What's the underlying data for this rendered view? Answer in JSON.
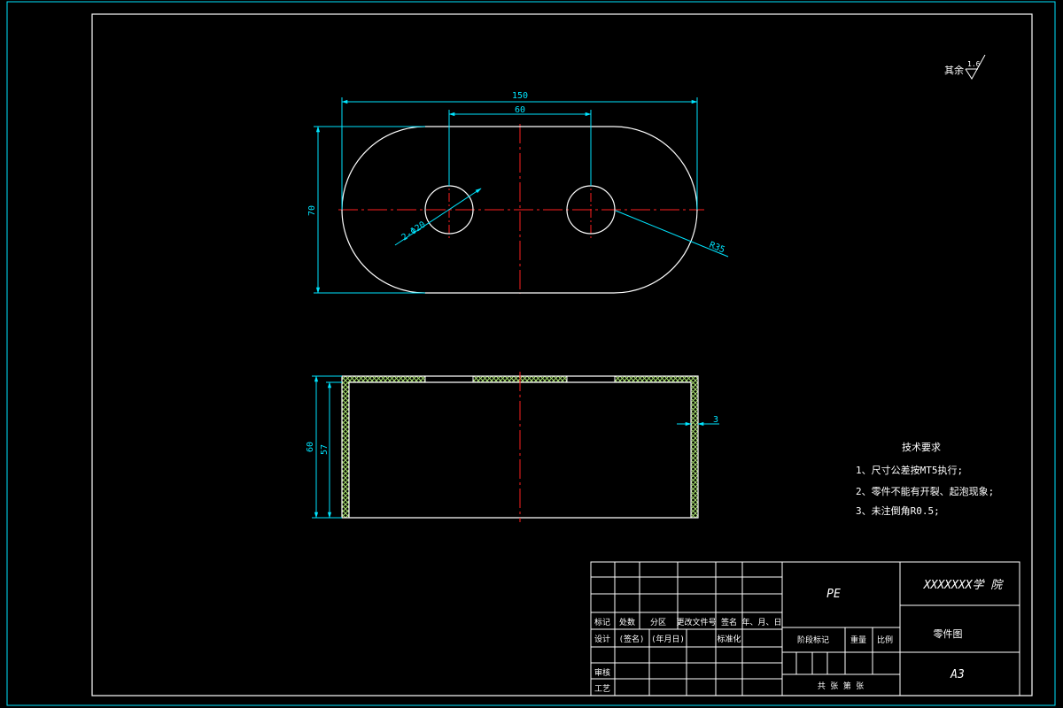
{
  "dimensions": {
    "overall_length": "150",
    "hole_spacing": "60",
    "width": "70",
    "holes": "2-Φ20",
    "end_radius": "R35",
    "height_outer": "60",
    "height_inner": "57",
    "wall_thickness": "3"
  },
  "surface_finish": {
    "label": "其余",
    "value": "1.6"
  },
  "technical_requirements": {
    "title": "技术要求",
    "items": [
      "1、尺寸公差按MT5执行;",
      "2、零件不能有开裂、起泡现象;",
      "3、未注倒角R0.5;"
    ]
  },
  "title_block": {
    "material": "PE",
    "school": "XXXXXXX学 院",
    "drawing_name": "零件图",
    "sheet_size": "A3",
    "row_headers": [
      "标记",
      "处数",
      "分区",
      "更改文件号",
      "签名",
      "年、月、日"
    ],
    "design_row": [
      "设计",
      "(签名)",
      "(年月日)",
      "标准化"
    ],
    "review": "审核",
    "process": "工艺",
    "stage_mark": "阶段标记",
    "weight": "重量",
    "scale": "比例",
    "sheets": "共 张 第 张"
  },
  "colors": {
    "background": "#000000",
    "outline": "#ffffff",
    "dimension": "#00e5ff",
    "centerline": "#ff2020",
    "hatch": "#a8e070"
  }
}
